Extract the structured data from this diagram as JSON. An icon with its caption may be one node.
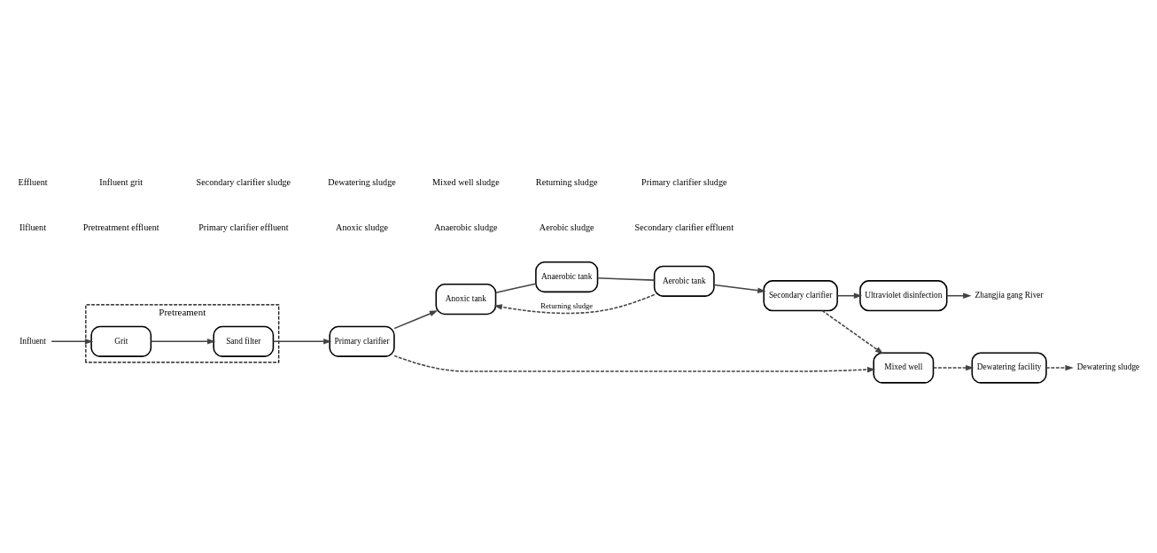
{
  "diagram": {
    "nodes": [
      {
        "text": [
          "Pretreament"
        ]
      },
      {
        "text": [
          "Grit"
        ],
        "in": 0
      },
      {
        "text": [
          "Sand filter"
        ],
        "in": 0
      },
      {
        "text": [
          "Primary clarifier"
        ]
      },
      {
        "text": [
          "Anoxic tank"
        ]
      },
      {
        "text": [
          "Anaerobic tank"
        ]
      },
      {
        "text": [
          "Aerobic tank"
        ]
      },
      {
        "text": [
          "Secondary clarifier"
        ]
      },
      {
        "text": [
          "Ultraviolet disinfection"
        ]
      },
      {
        "text": [
          "Mixed well"
        ]
      },
      {
        "text": [
          "Dewatering facility"
        ]
      },
      {
        "text": [
          "Influent"
        ]
      },
      {
        "text": [
          "Zhangjia gang River"
        ]
      },
      {
        "text": [
          "Dewatering sludge"
        ]
      }
    ],
    "edges": [
      {
        "from": 11,
        "to": 1,
        "arrow": "to"
      },
      {
        "from": 1,
        "to": 2,
        "arrow": "to"
      },
      {
        "from": 2,
        "to": 3,
        "arrow": "to"
      },
      {
        "from": 3,
        "to": 4,
        "arrow": "to"
      },
      {
        "from": 4,
        "to": 5,
        "arrow": "none"
      },
      {
        "from": 5,
        "to": 6,
        "arrow": "none"
      },
      {
        "from": 6,
        "to": 7,
        "arrow": "to"
      },
      {
        "from": 7,
        "to": 8,
        "arrow": "to"
      },
      {
        "from": 8,
        "to": 12,
        "arrow": "to"
      },
      {
        "from": 6,
        "to": 4,
        "arrow": "to",
        "style": "dashed",
        "label": "Returning sludge"
      },
      {
        "from": 3,
        "to": 9,
        "arrow": "to",
        "style": "dashed"
      },
      {
        "from": 7,
        "to": 9,
        "arrow": "to",
        "style": "dashed"
      },
      {
        "from": 9,
        "to": 10,
        "arrow": "to",
        "style": "dashed"
      },
      {
        "from": 10,
        "to": 13,
        "arrow": "to",
        "style": "dashed"
      }
    ],
    "labels": [
      "Ilfluent",
      "Pretreatment effluent",
      "Primary clarifier effluent",
      "Anoxic sludge",
      "Anaerobic sludge",
      "Aerobic sludge",
      "Secondary clarifier effluent",
      "Effluent",
      "Influent grit",
      "Secondary clarifier sludge",
      "Dewatering sludge",
      "Mixed well sludge",
      "Returning sludge",
      "Primary clarifier sludge"
    ]
  }
}
